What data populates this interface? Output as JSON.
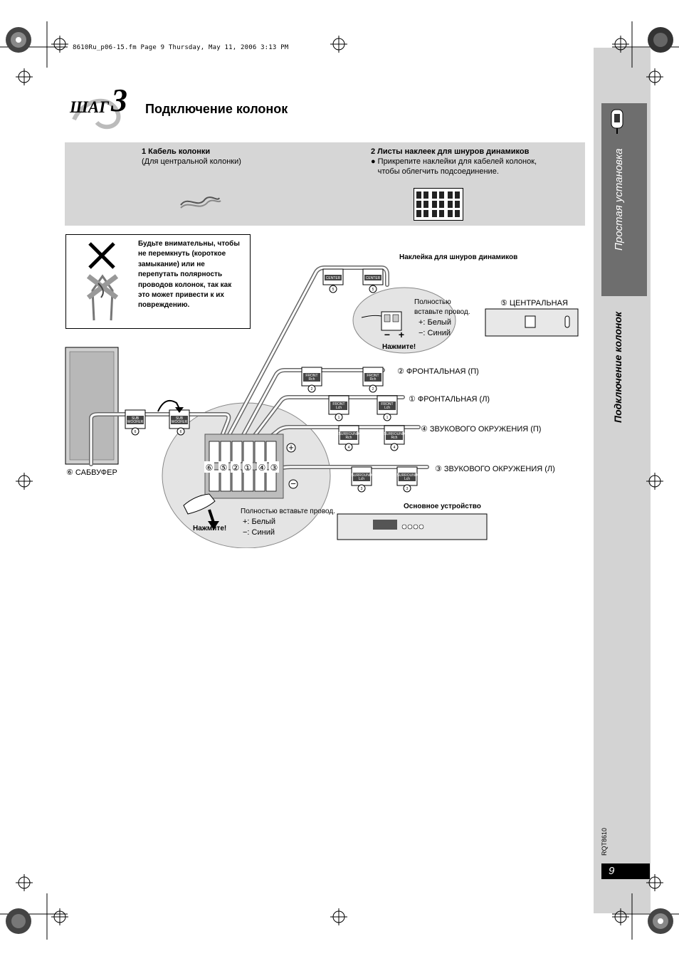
{
  "header": {
    "file_meta": "8610Ru_p06-15.fm  Page 9  Thursday, May 11, 2006  3:13 PM",
    "step_word": "ШАГ",
    "step_number": "3",
    "title": "Подключение колонок"
  },
  "accessories": {
    "item1": {
      "title": "1 Кабель колонки",
      "note": "(Для центральной колонки)"
    },
    "item2": {
      "title": "2 Листы наклеек для шнуров динамиков",
      "bullet": "Прикрепите наклейки для кабелей колонок, чтобы облегчить подсоединение."
    }
  },
  "warning": {
    "text": "Будьте внимательны, чтобы не перемкнуть (короткое замыкание) или не перепутать полярность проводов колонок, так как это может привести к их повреждению."
  },
  "diagram": {
    "sticker_label": "Наклейка для шнуров динамиков",
    "center_inset": {
      "line1": "Полностью",
      "line2": "вставьте провод.",
      "plus": "+: Белый",
      "minus": "−: Синий",
      "press": "Нажмите!"
    },
    "speakers": {
      "center": "⑤ ЦЕНТРАЛЬНАЯ",
      "front_r": "② ФРОНТАЛЬНАЯ (П)",
      "front_l": "① ФРОНТАЛЬНАЯ (Л)",
      "surround_r": "④ ЗВУКОВОГО ОКРУЖЕНИЯ (П)",
      "surround_l": "③ ЗВУКОВОГО ОКРУЖЕНИЯ (Л)",
      "subwoofer": "⑥ САБВУФЕР"
    },
    "main_inset": {
      "insert": "Полностью вставьте провод.",
      "plus": "+: Белый",
      "minus": "−: Синий",
      "press": "Нажмите!"
    },
    "main_unit": "Основное устройство",
    "terminal_numbers": [
      "⑥",
      "⑤",
      "②",
      "①",
      "④",
      "③"
    ],
    "tags": {
      "center": "CENTER",
      "front_r": [
        "FRONT",
        "Rch"
      ],
      "front_l": [
        "FRONT",
        "Lch"
      ],
      "surround_r": [
        "SURROUND",
        "Rch"
      ],
      "surround_l": [
        "SURROUND",
        "Lch"
      ],
      "sub": [
        "SUB",
        "WOOFER"
      ]
    },
    "tag_numbers": {
      "center": "5",
      "front_r": "2",
      "front_l": "1",
      "surround_r": "4",
      "surround_l": "3",
      "sub": "6"
    },
    "polarity_plus": "+",
    "polarity_minus": "−"
  },
  "sidebar": {
    "section": "Простая установка",
    "subsection": "Подключение колонок",
    "model": "RQT8610",
    "page_number": "9"
  }
}
